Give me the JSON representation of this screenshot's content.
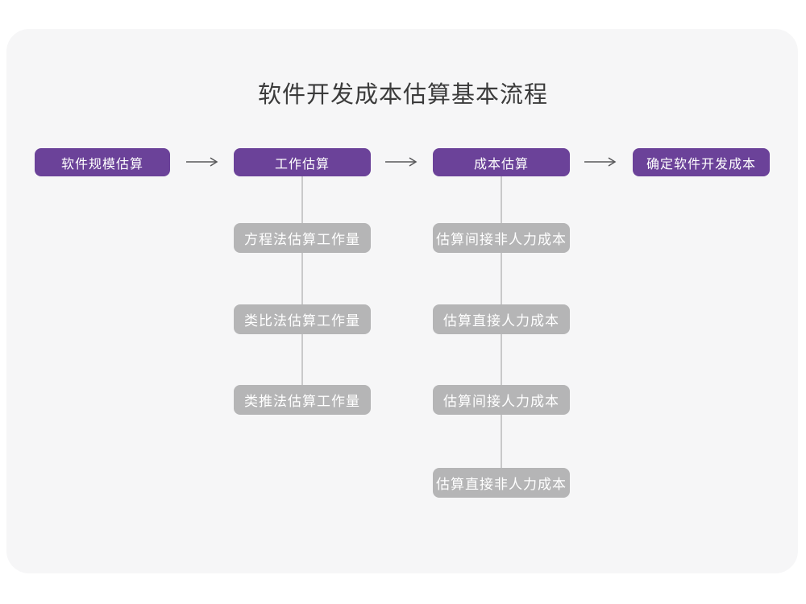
{
  "title": "软件开发成本估算基本流程",
  "colors": {
    "stage_bg": "#6B4299",
    "substep_bg": "#B5B5B6",
    "card_bg": "#F6F6F7",
    "arrow": "#58585A",
    "connector": "#C9C9CA",
    "title_text": "#3B3B3B"
  },
  "stages": [
    {
      "label": "软件规模估算",
      "substeps": []
    },
    {
      "label": "工作估算",
      "substeps": [
        "方程法估算工作量",
        "类比法估算工作量",
        "类推法估算工作量"
      ]
    },
    {
      "label": "成本估算",
      "substeps": [
        "估算间接非人力成本",
        "估算直接人力成本",
        "估算间接人力成本",
        "估算直接非人力成本"
      ]
    },
    {
      "label": "确定软件开发成本",
      "substeps": []
    }
  ]
}
